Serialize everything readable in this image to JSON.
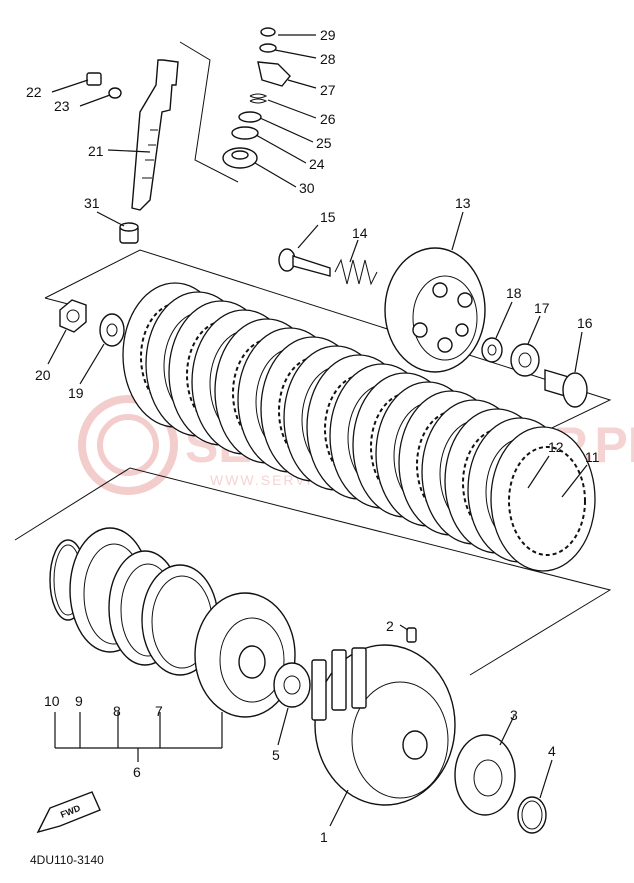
{
  "diagram": {
    "code": "4DU110-3140",
    "forward_label": "FWD",
    "watermark_main": "SERVICE SHEEP.PL",
    "watermark_sub": "WWW.SERVICESHEEP.PL YAMAHA",
    "labels": {
      "n1": "1",
      "n2": "2",
      "n3": "3",
      "n4": "4",
      "n5": "5",
      "n6": "6",
      "n7": "7",
      "n8": "8",
      "n9": "9",
      "n10": "10",
      "n11": "11",
      "n12": "12",
      "n13": "13",
      "n14": "14",
      "n15": "15",
      "n16": "16",
      "n17": "17",
      "n18": "18",
      "n19": "19",
      "n20": "20",
      "n21": "21",
      "n22": "22",
      "n23": "23",
      "n24": "24",
      "n25": "25",
      "n26": "26",
      "n27": "27",
      "n28": "28",
      "n29": "29",
      "n30": "30",
      "n31": "31"
    }
  }
}
